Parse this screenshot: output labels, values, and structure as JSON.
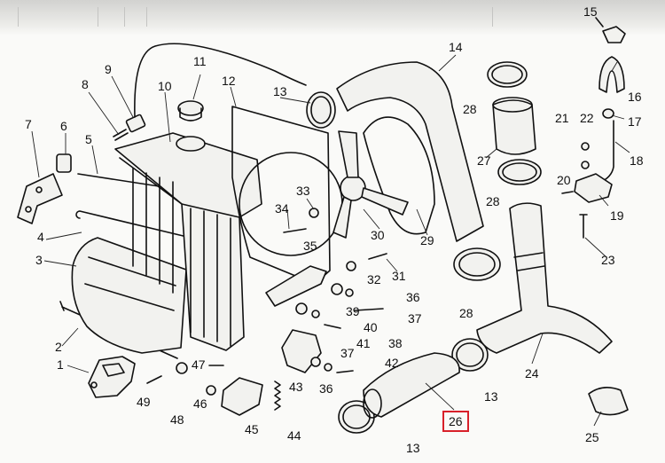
{
  "diagram": {
    "highlight_color": "#d8202a",
    "highlighted_label": "26",
    "labels": [
      "1",
      "2",
      "3",
      "4",
      "5",
      "6",
      "7",
      "8",
      "9",
      "10",
      "11",
      "12",
      "13",
      "13",
      "13",
      "14",
      "15",
      "16",
      "17",
      "18",
      "19",
      "20",
      "21",
      "22",
      "23",
      "24",
      "25",
      "26",
      "27",
      "28",
      "28",
      "28",
      "29",
      "30",
      "31",
      "32",
      "33",
      "34",
      "35",
      "36",
      "36",
      "37",
      "37",
      "38",
      "39",
      "40",
      "41",
      "42",
      "43",
      "44",
      "45",
      "46",
      "47",
      "48",
      "49"
    ]
  }
}
